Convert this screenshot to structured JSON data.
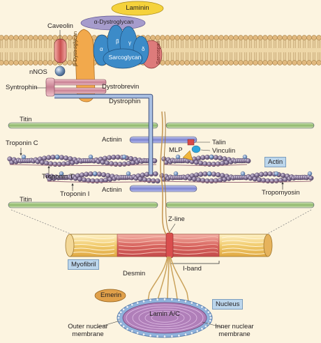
{
  "labels": {
    "laminin": "Laminin",
    "alpha_dystroglycan": "α-Dystroglycan",
    "beta_dystroglycan": "β-Dystroglycan",
    "sarcoglycan": "Sarcoglycan",
    "sarcospan": "Sarcospan",
    "alpha": "α",
    "beta": "β",
    "gamma": "γ",
    "delta": "δ",
    "caveolin": "Caveolin",
    "nnos": "nNOS",
    "syntrophin": "Syntrophin",
    "dystrobrevin": "Dystrobrevin",
    "dystrophin": "Dystrophin",
    "titin_top": "Titin",
    "titin_bottom": "Titin",
    "actinin_top": "Actinin",
    "actinin_bottom": "Actinin",
    "talin": "Talin",
    "vinculin": "Vinculin",
    "mlp": "MLP",
    "actin": "Actin",
    "troponin_c": "Troponin C",
    "troponin_t": "Troponin T",
    "troponin_i": "Troponin I",
    "tropomyosin": "Tropomyosin",
    "z_line": "Z-line",
    "myofibril": "Myofibril",
    "i_band": "I-band",
    "desmin": "Desmin",
    "emerin": "Emerin",
    "nucleus": "Nucleus",
    "lamin_ac": "Lamin A/C",
    "outer_nuclear_membrane": "Outer nuclear membrane",
    "inner_nuclear_membrane": "Inner nuclear membrane"
  },
  "colors": {
    "background": "#fcf4e0",
    "membrane_head": "#e1b97f",
    "laminin": "#f5d23c",
    "alpha_dystroglycan": "#a69ccc",
    "beta_dystroglycan": "#f2a94c",
    "sarcoglycan": "#3c8bc8",
    "sarcospan": "#dd7b7b",
    "caveolin": "#cf6160",
    "nnos": "#6e8fb4",
    "dystrophin": "#6f8fbe",
    "titin": "#9dc37d",
    "actinin": "#8b93d6",
    "actin_beads": "#7d6a8e",
    "myofibril_stripes": "#f2cf7a",
    "z_disc": "#d94e4e",
    "desmin": "#caa25b",
    "nucleus": "#b07fb9",
    "nuclear_membrane": "#8fb3dd",
    "emerin": "#e0a04a",
    "label_box": "#bcd6ec"
  }
}
